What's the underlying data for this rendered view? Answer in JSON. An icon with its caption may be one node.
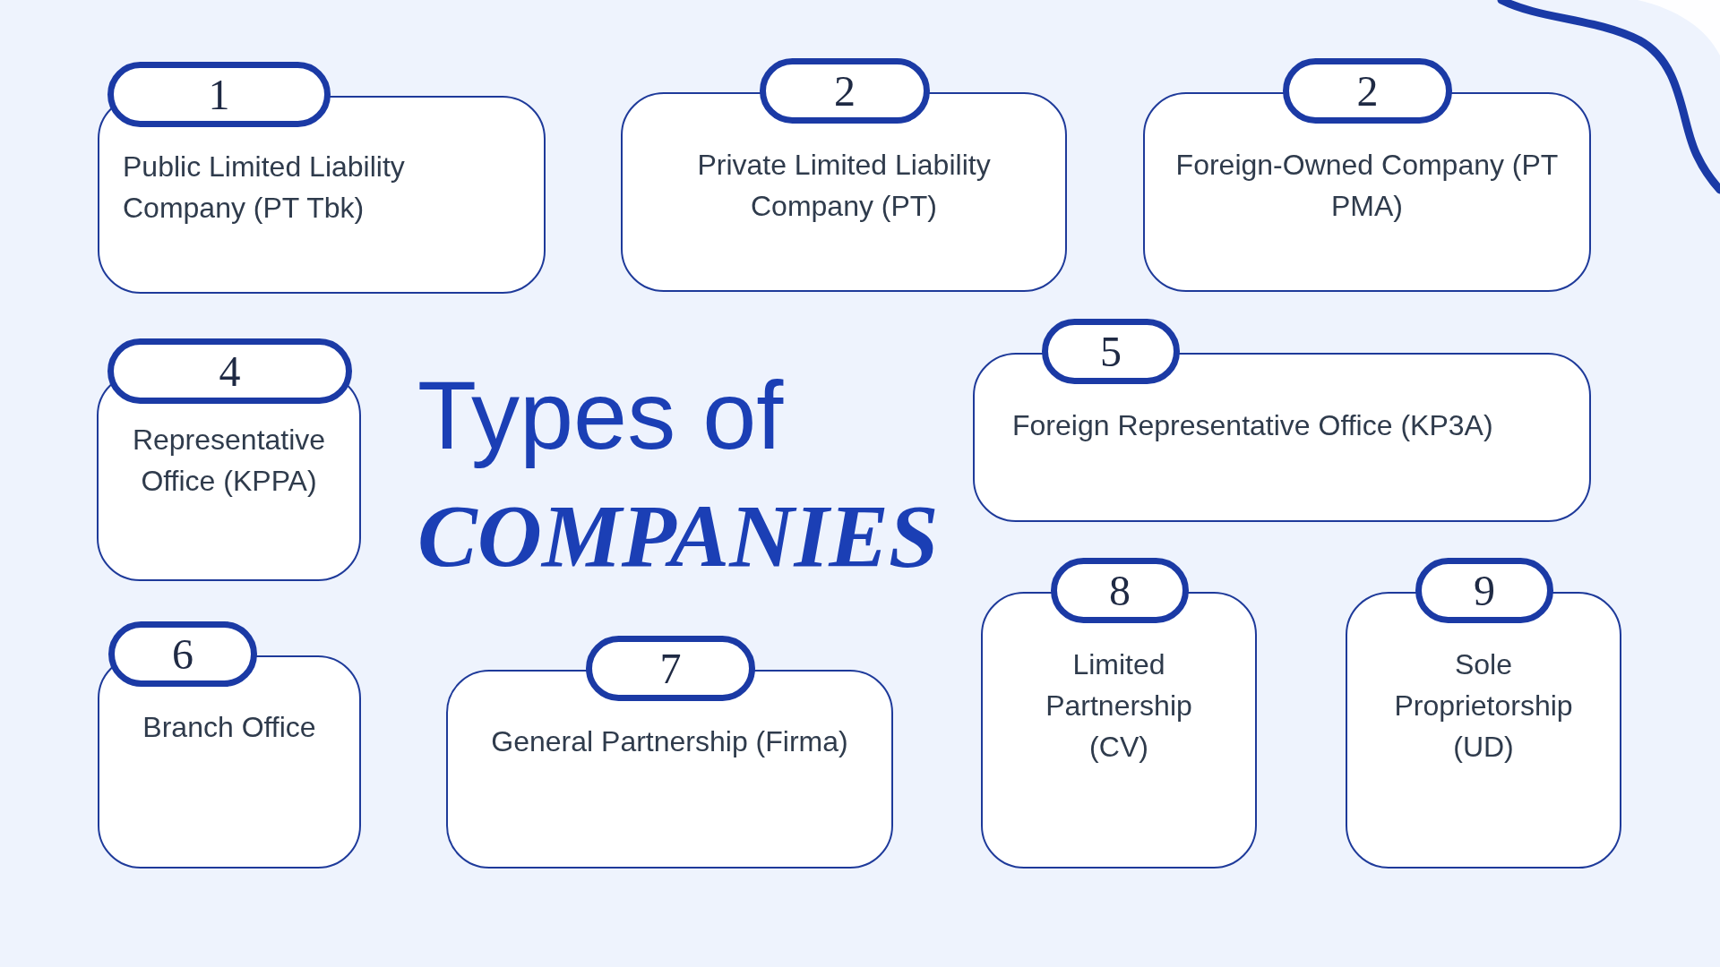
{
  "diagram": {
    "title": "Types of *COMPANIES*",
    "nodes": [
      {
        "text": [
          "1",
          "Public Limited Liability Company (PT Tbk)"
        ]
      },
      {
        "text": [
          "2",
          "Private Limited Liability Company (PT)"
        ]
      },
      {
        "text": [
          "2",
          "Foreign-Owned Company (PT PMA)"
        ]
      },
      {
        "text": [
          "4",
          "Representative Office (KPPA)"
        ]
      },
      {
        "text": [
          "5",
          "Foreign Representative Office (KP3A)"
        ]
      },
      {
        "text": [
          "6",
          "Branch Office"
        ]
      },
      {
        "text": [
          "7",
          "General Partnership (Firma)"
        ]
      },
      {
        "text": [
          "8",
          "Limited Partnership (CV)"
        ]
      },
      {
        "text": [
          "9",
          "Sole Proprietorship (UD)"
        ]
      }
    ]
  }
}
